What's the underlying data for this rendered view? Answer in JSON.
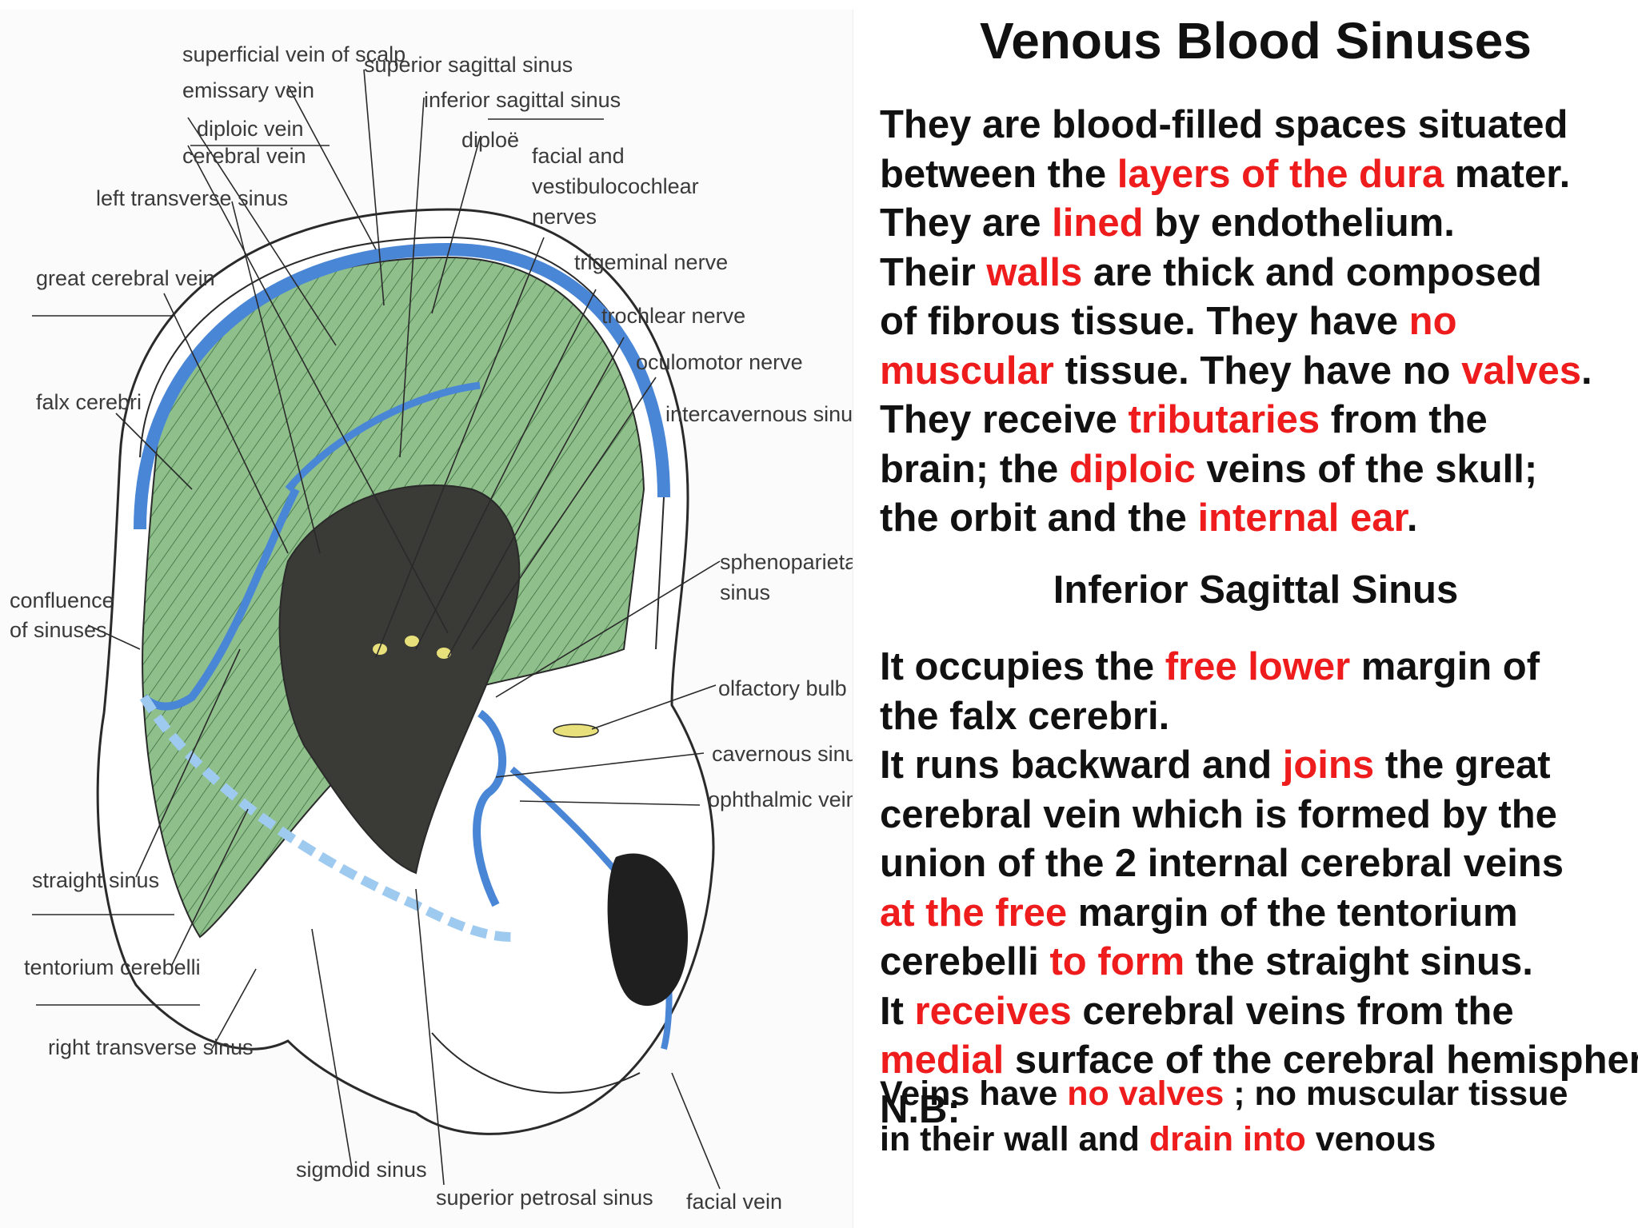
{
  "slide": {
    "title": "Venous Blood Sinuses",
    "intro_lines": [
      [
        {
          "t": "They are blood-filled spaces situated",
          "h": false
        }
      ],
      [
        {
          "t": "between the ",
          "h": false
        },
        {
          "t": "layers of the dura",
          "h": true
        },
        {
          "t": " mater.",
          "h": false
        }
      ],
      [
        {
          "t": "They are ",
          "h": false
        },
        {
          "t": "lined",
          "h": true
        },
        {
          "t": " by endothelium.",
          "h": false
        }
      ],
      [
        {
          "t": "Their ",
          "h": false
        },
        {
          "t": "walls",
          "h": true
        },
        {
          "t": " are thick  and composed",
          "h": false
        }
      ],
      [
        {
          "t": "of fibrous tissue. They have ",
          "h": false
        },
        {
          "t": "no",
          "h": true
        }
      ],
      [
        {
          "t": "muscular",
          "h": true
        },
        {
          "t": " tissue. They have no ",
          "h": false
        },
        {
          "t": "valves",
          "h": true
        },
        {
          "t": ".",
          "h": false
        }
      ],
      [
        {
          "t": "They receive ",
          "h": false
        },
        {
          "t": "tributaries",
          "h": true
        },
        {
          "t": " from the",
          "h": false
        }
      ],
      [
        {
          "t": "brain; the ",
          "h": false
        },
        {
          "t": "diploic",
          "h": true
        },
        {
          "t": " veins of the skull;",
          "h": false
        }
      ],
      [
        {
          "t": "the orbit and the ",
          "h": false
        },
        {
          "t": "internal ear",
          "h": true
        },
        {
          "t": ".",
          "h": false
        }
      ]
    ],
    "subtitle": "Inferior Sagittal Sinus",
    "body_lines": [
      [
        {
          "t": "It occupies the ",
          "h": false
        },
        {
          "t": "free lower",
          "h": true
        },
        {
          "t": " margin of",
          "h": false
        }
      ],
      [
        {
          "t": "the falx cerebri.",
          "h": false
        }
      ],
      [
        {
          "t": "It runs backward and ",
          "h": false
        },
        {
          "t": "joins",
          "h": true
        },
        {
          "t": " the great",
          "h": false
        }
      ],
      [
        {
          "t": "cerebral vein which is formed by the",
          "h": false
        }
      ],
      [
        {
          "t": "union of the 2 internal cerebral veins",
          "h": false
        }
      ],
      [
        {
          "t": "at the free",
          "h": true
        },
        {
          "t": " margin of the tentorium",
          "h": false
        }
      ],
      [
        {
          "t": "cerebelli ",
          "h": false
        },
        {
          "t": "to form",
          "h": true
        },
        {
          "t": " the straight sinus.",
          "h": false
        }
      ],
      [
        {
          "t": "It ",
          "h": false
        },
        {
          "t": "receives",
          "h": true
        },
        {
          "t": " cerebral  veins from the",
          "h": false
        }
      ],
      [
        {
          "t": "medial",
          "h": true
        },
        {
          "t": " surface of the cerebral hemisphere.",
          "h": false
        }
      ],
      [
        {
          "t": "N.B:",
          "h": false
        }
      ]
    ],
    "note_lines": [
      [
        {
          "t": "Veins have ",
          "h": false
        },
        {
          "t": "no valves",
          "h": true
        },
        {
          "t": " ; no muscular tissue",
          "h": false
        }
      ],
      [
        {
          "t": "in their wall and ",
          "h": false
        },
        {
          "t": "drain into",
          "h": true
        },
        {
          "t": " venous",
          "h": false
        }
      ]
    ],
    "highlight_color": "#ee1c1c",
    "text_color": "#111111"
  },
  "figure": {
    "labels": {
      "superficial_vein_of_scalp": "superficial vein of scalp",
      "superior_sagittal_sinus": "superior sagittal sinus",
      "emissary_vein": "emissary vein",
      "inferior_sagittal_sinus": "inferior sagittal sinus",
      "diploic_vein": "diploic vein",
      "diploe": "diploë",
      "cerebral_vein": "cerebral vein",
      "facial_and_vestibulocochlear_nerves": [
        "facial and",
        "vestibulocochlear",
        "nerves"
      ],
      "left_transverse_sinus": "left transverse sinus",
      "trigeminal_nerve": "trigeminal nerve",
      "great_cerebral_vein": "great cerebral vein",
      "trochlear_nerve": "trochlear nerve",
      "oculomotor_nerve": "oculomotor nerve",
      "falx_cerebri": "falx cerebri",
      "intercavernous_sinuses": "intercavernous sinuses",
      "sphenoparietal_sinus": [
        "sphenoparietal",
        "sinus"
      ],
      "confluence_of_sinuses": [
        "confluence",
        "of sinuses"
      ],
      "olfactory_bulb": "olfactory bulb",
      "cavernous_sinus": "cavernous sinus",
      "ophthalmic_vein": "ophthalmic vein",
      "straight_sinus": "straight sinus",
      "tentorium_cerebelli": "tentorium cerebelli",
      "right_transverse_sinus": "right transverse sinus",
      "sigmoid_sinus": "sigmoid sinus",
      "superior_petrosal_sinus": "superior petrosal sinus",
      "facial_vein": "facial vein"
    },
    "colors": {
      "sinus_blue": "#4a86d6",
      "dura_green": "#8fbf8a",
      "dark_cavity": "#3a3a36",
      "nerve_yellow": "#e8e07a"
    }
  }
}
